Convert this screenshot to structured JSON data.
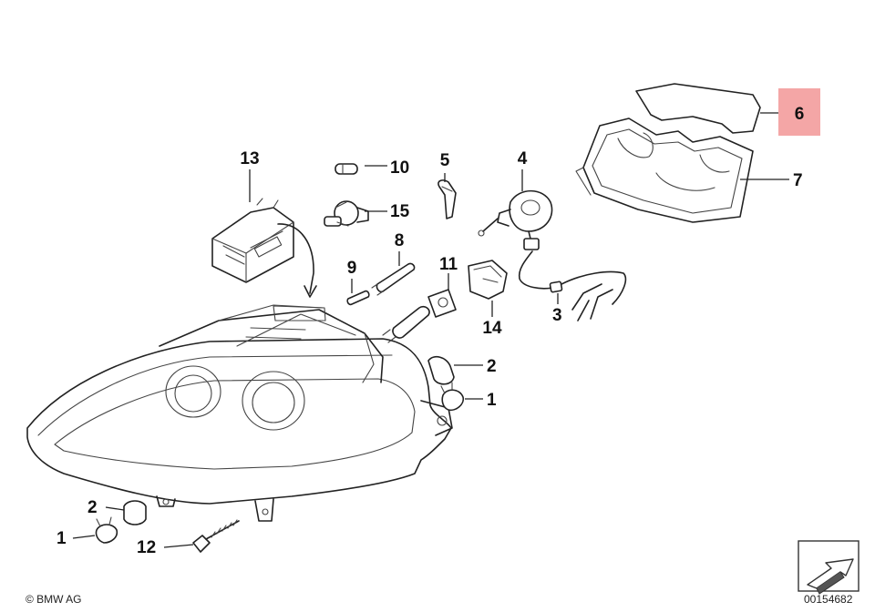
{
  "callouts": [
    {
      "id": "c1a",
      "label": "1"
    },
    {
      "id": "c1b",
      "label": "1"
    },
    {
      "id": "c2a",
      "label": "2"
    },
    {
      "id": "c2b",
      "label": "2"
    },
    {
      "id": "c3",
      "label": "3"
    },
    {
      "id": "c4",
      "label": "4"
    },
    {
      "id": "c5",
      "label": "5"
    },
    {
      "id": "c6",
      "label": "6",
      "highlighted": true
    },
    {
      "id": "c7",
      "label": "7"
    },
    {
      "id": "c8",
      "label": "8"
    },
    {
      "id": "c9",
      "label": "9"
    },
    {
      "id": "c10",
      "label": "10"
    },
    {
      "id": "c11",
      "label": "11"
    },
    {
      "id": "c12",
      "label": "12"
    },
    {
      "id": "c13",
      "label": "13"
    },
    {
      "id": "c14",
      "label": "14"
    },
    {
      "id": "c15",
      "label": "15"
    }
  ],
  "highlight_color": "#f4a6a6",
  "copyright": "© BMW AG",
  "diagram_number": "00154682",
  "icons": [
    "headlight-housing-drawing",
    "direction-arrow-icon"
  ]
}
